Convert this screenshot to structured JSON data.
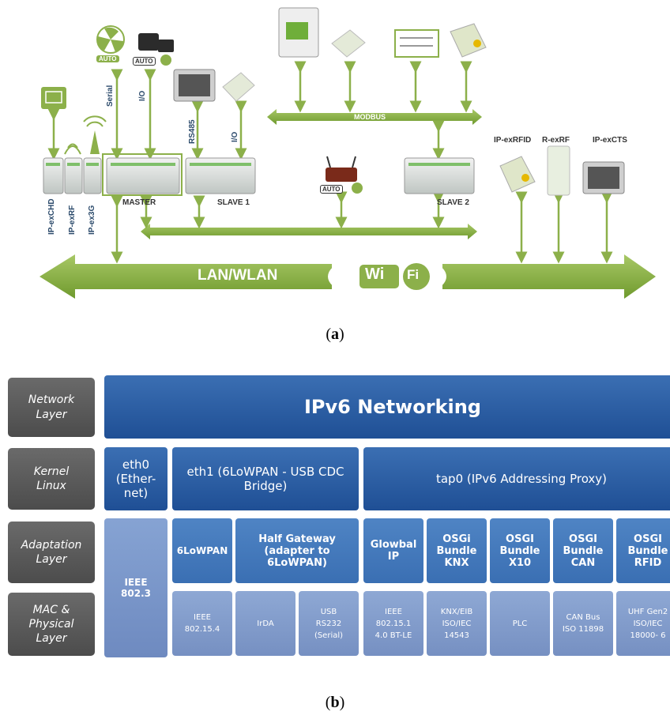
{
  "panel_a": {
    "device_labels": {
      "ip_exchd": "IP-exCHD",
      "ip_exrf": "IP-exRF",
      "ip_ex3g": "IP-ex3G",
      "master": "MASTER",
      "slave1": "SLAVE 1",
      "slave2": "SLAVE 2",
      "ip_exrfid": "IP-exRFID",
      "r_exrf": "R-exRF",
      "ip_excts": "IP-exCTS"
    },
    "link_labels": {
      "serial": "Serial",
      "io_master": "I/O",
      "rs485": "RS485",
      "io_slave": "I/O",
      "modbus": "MODBUS"
    },
    "badges": {
      "auto": "AUTO"
    },
    "network_label": "LAN/WLAN",
    "wifi_logo": {
      "wi": "Wi",
      "fi": "Fi"
    },
    "caption": "a"
  },
  "panel_b": {
    "layers": [
      "Network\nLayer",
      "Kernel\nLinux",
      "Adaptation\nLayer",
      "MAC &\nPhysical\nLayer"
    ],
    "network": "IPv6 Networking",
    "kernel": {
      "eth0": "eth0\n(Ether-\nnet)",
      "eth1": "eth1 (6LoWPAN - USB CDC\nBridge)",
      "tap0": "tap0 (IPv6 Addressing Proxy)"
    },
    "ieee8023": "IEEE\n802.3",
    "adaptation": [
      "6LoWPAN",
      "Half Gateway\n(adapter to\n6LoWPAN)",
      "Glowbal\nIP",
      "OSGi\nBundle\nKNX",
      "OSGI\nBundle\nX10",
      "OSGI\nBundle\nCAN",
      "OSGI\nBundle\nRFID"
    ],
    "mac": [
      "IEEE\n802.15.4",
      "IrDA",
      "USB\nRS232\n(Serial)",
      "IEEE\n802.15.1\n4.0 BT-LE",
      "KNX/EIB\nISO/IEC\n14543",
      "PLC",
      "CAN Bus\nISO 11898",
      "UHF Gen2\nISO/IEC\n18000- 6"
    ],
    "caption": "b"
  },
  "colors": {
    "green": "#8cb04a",
    "dark_blue": "#1f4f95",
    "layer_gray": "#5a5a5a"
  }
}
